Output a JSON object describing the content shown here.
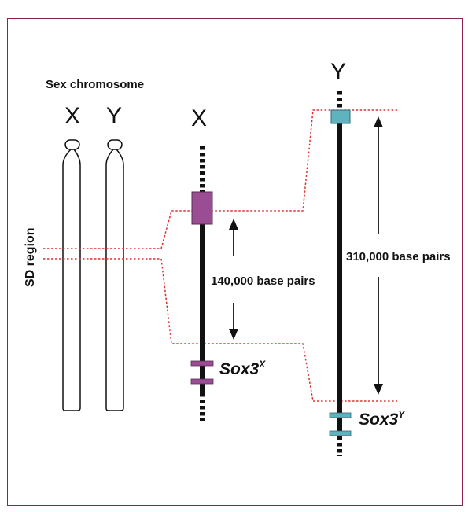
{
  "labels": {
    "sex_chromosome": "Sex chromosome",
    "pair_x": "X",
    "pair_y": "Y",
    "detail_x": "X",
    "detail_y": "Y",
    "sd_region": "SD region",
    "x_distance": "140,000 base pairs",
    "y_distance": "310,000 base pairs",
    "gene_x": "Sox3",
    "gene_x_sup": "X",
    "gene_y": "Sox3",
    "gene_y_sup": "Y"
  },
  "colors": {
    "frame": "#8b2252",
    "sd_x_block": "#9b4d94",
    "sd_y_block": "#5fb3bf",
    "guide_lines": "#e03030",
    "chromosome": "#111111"
  }
}
